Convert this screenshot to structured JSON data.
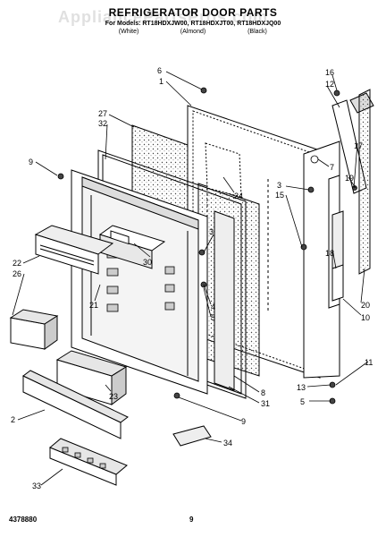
{
  "header": {
    "watermark": "AppliancePartsPros.com",
    "title": "REFRIGERATOR DOOR PARTS",
    "models": "For Models: RT18HDXJW00, RT18HDXJT00, RT18HDXJQ00",
    "colors": [
      "(White)",
      "(Almond)",
      "(Black)"
    ]
  },
  "footer": {
    "code": "4378880",
    "page": "9"
  },
  "callouts": [
    {
      "id": "c6",
      "text": "6"
    },
    {
      "id": "c1",
      "text": "1"
    },
    {
      "id": "c27",
      "text": "27"
    },
    {
      "id": "c32",
      "text": "32"
    },
    {
      "id": "c9a",
      "text": "9"
    },
    {
      "id": "c22",
      "text": "22"
    },
    {
      "id": "c26",
      "text": "26"
    },
    {
      "id": "c21",
      "text": "21"
    },
    {
      "id": "c30",
      "text": "30"
    },
    {
      "id": "c24",
      "text": "24"
    },
    {
      "id": "c3a",
      "text": "3"
    },
    {
      "id": "c15",
      "text": "15"
    },
    {
      "id": "c3b",
      "text": "3"
    },
    {
      "id": "c4",
      "text": "4"
    },
    {
      "id": "c5a",
      "text": "5"
    },
    {
      "id": "c16",
      "text": "16"
    },
    {
      "id": "c12",
      "text": "12"
    },
    {
      "id": "c7",
      "text": "7"
    },
    {
      "id": "c17",
      "text": "17"
    },
    {
      "id": "c19",
      "text": "19"
    },
    {
      "id": "c18",
      "text": "18"
    },
    {
      "id": "c20",
      "text": "20"
    },
    {
      "id": "c10",
      "text": "10"
    },
    {
      "id": "c11",
      "text": "11"
    },
    {
      "id": "c13",
      "text": "13"
    },
    {
      "id": "c5b",
      "text": "5"
    },
    {
      "id": "c8",
      "text": "8"
    },
    {
      "id": "c31",
      "text": "31"
    },
    {
      "id": "c9b",
      "text": "9"
    },
    {
      "id": "c2",
      "text": "2"
    },
    {
      "id": "c23",
      "text": "23"
    },
    {
      "id": "c34",
      "text": "34"
    },
    {
      "id": "c33",
      "text": "33"
    }
  ]
}
